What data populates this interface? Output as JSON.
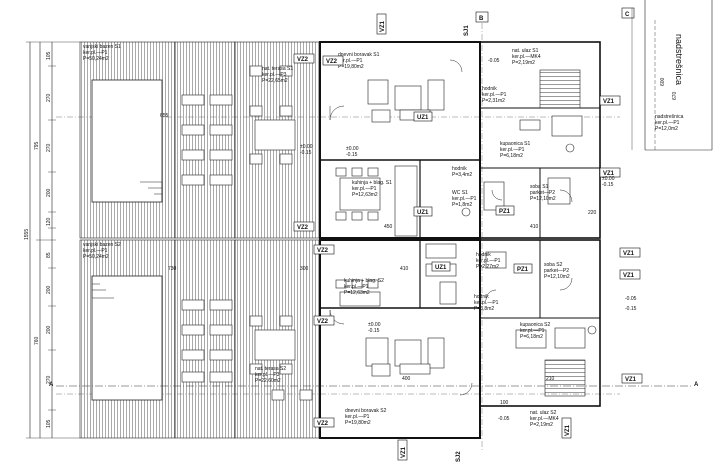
{
  "rooms": {
    "terrace1": [
      "vanjski bazen S1",
      "ker.pl.—P1",
      "P=50,24m2"
    ],
    "terrace2": [
      "vanjski bazen S2",
      "ker.pl.—P1",
      "P=50,24m2"
    ],
    "krov1": [
      "nat. terasa S1",
      "ker.pl.—P3",
      "P=22,65m2"
    ],
    "krov2": [
      "nat. terasa S2",
      "ker.pl.—P3",
      "P=22,60m2"
    ],
    "dnevni1": [
      "dnevni boravak S1",
      "ker.pl.—P1",
      "P=19,80m2"
    ],
    "dnevni2": [
      "dnevni boravak S2",
      "ker.pl.—P1",
      "P=19,80m2"
    ],
    "kuhinja1": [
      "kuhinja + blag. S1",
      "ker.pl.—P1",
      "P=12,63m2"
    ],
    "kuhinja2": [
      "kuhinja + blag. S2",
      "ker.pl.—P1",
      "P=12,63m2"
    ],
    "ulaz1": [
      "nat. ulaz S1",
      "ker.pl.—MK4",
      "P=2,19m2"
    ],
    "ulaz2": [
      "nat. ulaz S2",
      "ker.pl.—MK4",
      "P=2,19m2"
    ],
    "hodnik1": [
      "hodnik",
      "ker.pl.—P1",
      "P=2,31m2"
    ],
    "kupaonica1": [
      "kupaonica S1",
      "ker.pl.—P1",
      "P=6,18m2"
    ],
    "kupaonica2": [
      "kupaonica S2",
      "ker.pl.—P1",
      "P=6,18m2"
    ],
    "soba1": [
      "soba S1",
      "parket—P2",
      "P=12,10m2"
    ],
    "soba2": [
      "soba S2",
      "parket—P2",
      "P=12,10m2"
    ],
    "hodnik2": [
      "hodnik",
      "P=3,4m2"
    ],
    "wc1": [
      "WC S1",
      "ker.pl.—P1",
      "P=1,8m2"
    ],
    "hodnik3": [
      "hodnik",
      "ker.pl.—P1",
      "P=2,27m2"
    ],
    "hodnik4": [
      "hodnik",
      "ker.pl.—P1",
      "P=3,8m2"
    ],
    "nadstresnica": [
      "nadstrešnica",
      "ker.pl.—P1",
      "P=12,0m2"
    ]
  },
  "side_title": "nadstrešnica",
  "tags": {
    "vz1": "VZ1",
    "vz2": "VZ2",
    "uz1": "UZ1",
    "pz1": "PZ1",
    "sj1": "SJ1",
    "sj2": "SJ2"
  },
  "levels": {
    "l1": "±0.00",
    "l2": "-0.15",
    "l3": "-0.05"
  },
  "section_marks": {
    "a": "A",
    "b": "B",
    "c": "C"
  },
  "dims_left": [
    "105",
    "270",
    "270",
    "200",
    "120",
    "85",
    "200",
    "200",
    "270",
    "105"
  ],
  "dims_left_outer": [
    "795",
    "1555",
    "760"
  ],
  "dims_mid": [
    "655",
    "730",
    "300",
    "450",
    "410",
    "410",
    "220",
    "400",
    "210",
    "100"
  ],
  "dims_right": [
    "600",
    "670"
  ]
}
